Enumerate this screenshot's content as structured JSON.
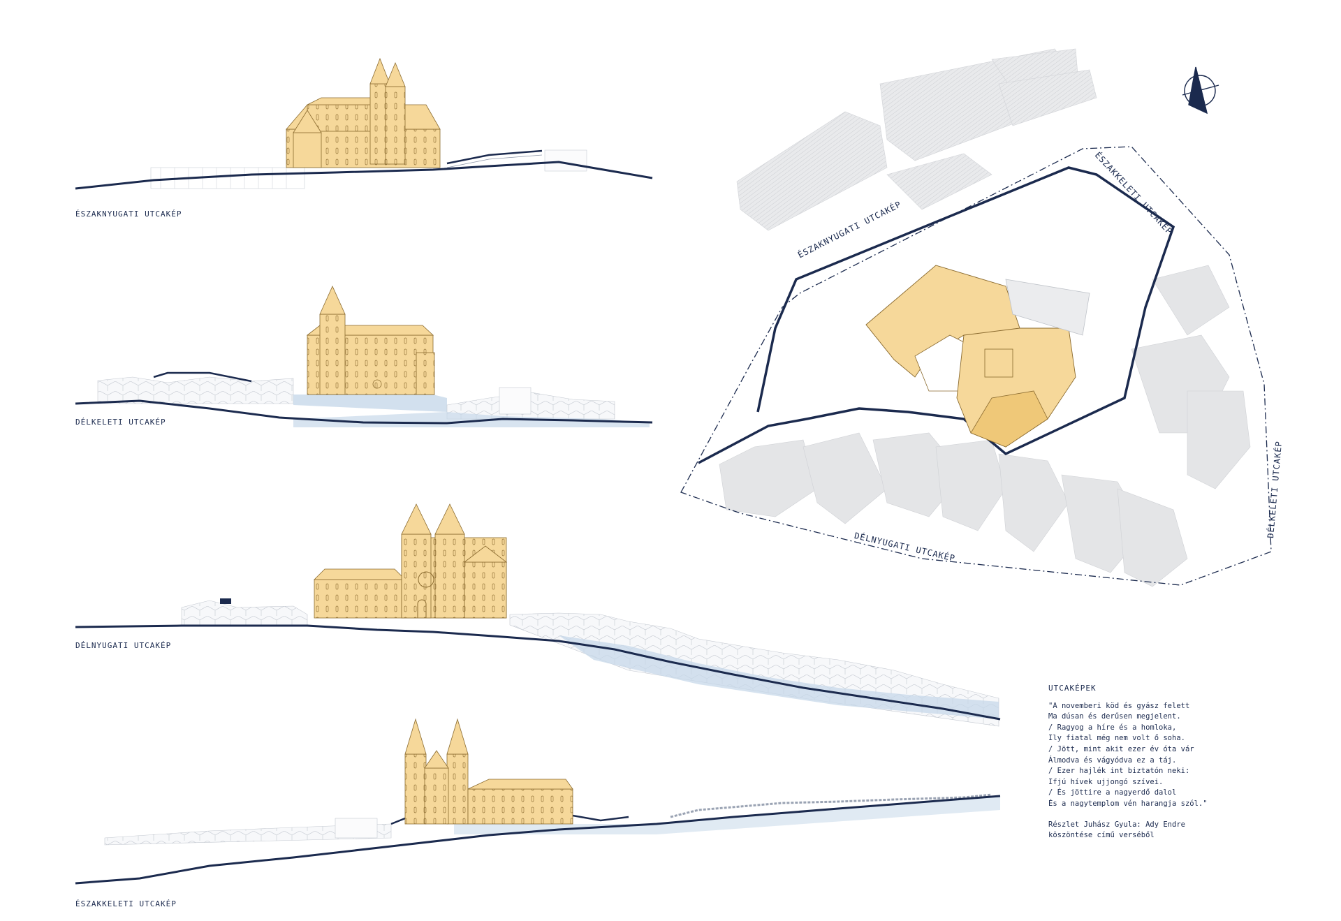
{
  "elevations": [
    {
      "label": "ÉSZAKNYUGATI UTCAKÉP"
    },
    {
      "label": "DÉLKELETI UTCAKÉP"
    },
    {
      "label": "DÉLNYUGATI UTCAKÉP"
    },
    {
      "label": "ÉSZAKKELETI UTCAKÉP"
    }
  ],
  "site_plan": {
    "labels": {
      "northwest": "ÉSZAKNYUGATI UTCAKÉP",
      "northeast": "ÉSZAKKELETI UTCAKÉP",
      "southeast": "DÉLKELETI UTCAKÉP",
      "southwest": "DÉLNYUGATI UTCAKÉP"
    }
  },
  "text_block": {
    "heading": "UTCAKÉPEK",
    "poem": [
      "\"A novemberi köd és gyász felett",
      "Ma dúsan és derűsen megjelent.",
      "/ Ragyog a híre és a homloka,",
      "Ily fiatal még nem volt ő soha.",
      "/ Jött, mint akit ezer év óta vár",
      "Álmodva és vágyódva ez a táj.",
      "/ Ezer hajlék int biztatón neki:",
      "Ifjú hívek ujjongó szívei.",
      "/ És jöttire a nagyerdő dalol",
      "És a nagytemplom vén harangja szól.\""
    ],
    "credit": [
      "Részlet Juhász Gyula: Ady Endre",
      "köszöntése című verséből"
    ]
  },
  "colors": {
    "ink": "#1b2a4e",
    "building": "#f6d89a",
    "building_line": "#8a6a2e",
    "water": "#c7d8ea",
    "context": "#e4e5e7"
  }
}
